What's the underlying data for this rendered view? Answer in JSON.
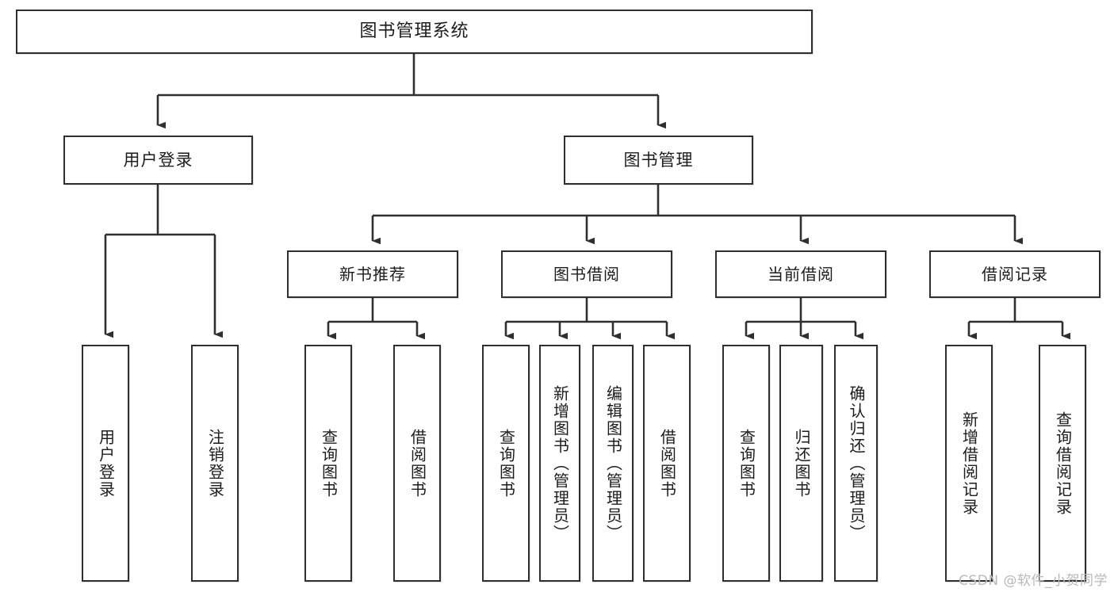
{
  "diagram": {
    "type": "tree-hierarchy-diagram",
    "title": "图书管理系统",
    "watermark": "CSDN @软件_小贺同学",
    "colors": {
      "box_border": "#2f2f2f",
      "box_fill": "#ffffff",
      "connector": "#2f2f2f",
      "text": "#1c1c1c",
      "watermark": "#b9b9b9"
    },
    "root": {
      "label": "图书管理系统"
    },
    "level2": [
      {
        "label": "用户登录"
      },
      {
        "label": "图书管理"
      }
    ],
    "level3": [
      {
        "label": "新书推荐"
      },
      {
        "label": "图书借阅"
      },
      {
        "label": "当前借阅"
      },
      {
        "label": "借阅记录"
      }
    ],
    "leaves": {
      "user_login": [
        {
          "label": "用户登录"
        },
        {
          "label": "注销登录"
        }
      ],
      "new_book_recommend": [
        {
          "label": "查询图书"
        },
        {
          "label": "借阅图书"
        }
      ],
      "book_borrow": [
        {
          "label": "查询图书"
        },
        {
          "label": "新增图书（管理员）"
        },
        {
          "label": "编辑图书（管理员）"
        },
        {
          "label": "借阅图书"
        }
      ],
      "current_borrow": [
        {
          "label": "查询图书"
        },
        {
          "label": "归还图书"
        },
        {
          "label": "确认归还（管理员）"
        }
      ],
      "borrow_record": [
        {
          "label": "新增借阅记录"
        },
        {
          "label": "查询借阅记录"
        }
      ]
    }
  }
}
